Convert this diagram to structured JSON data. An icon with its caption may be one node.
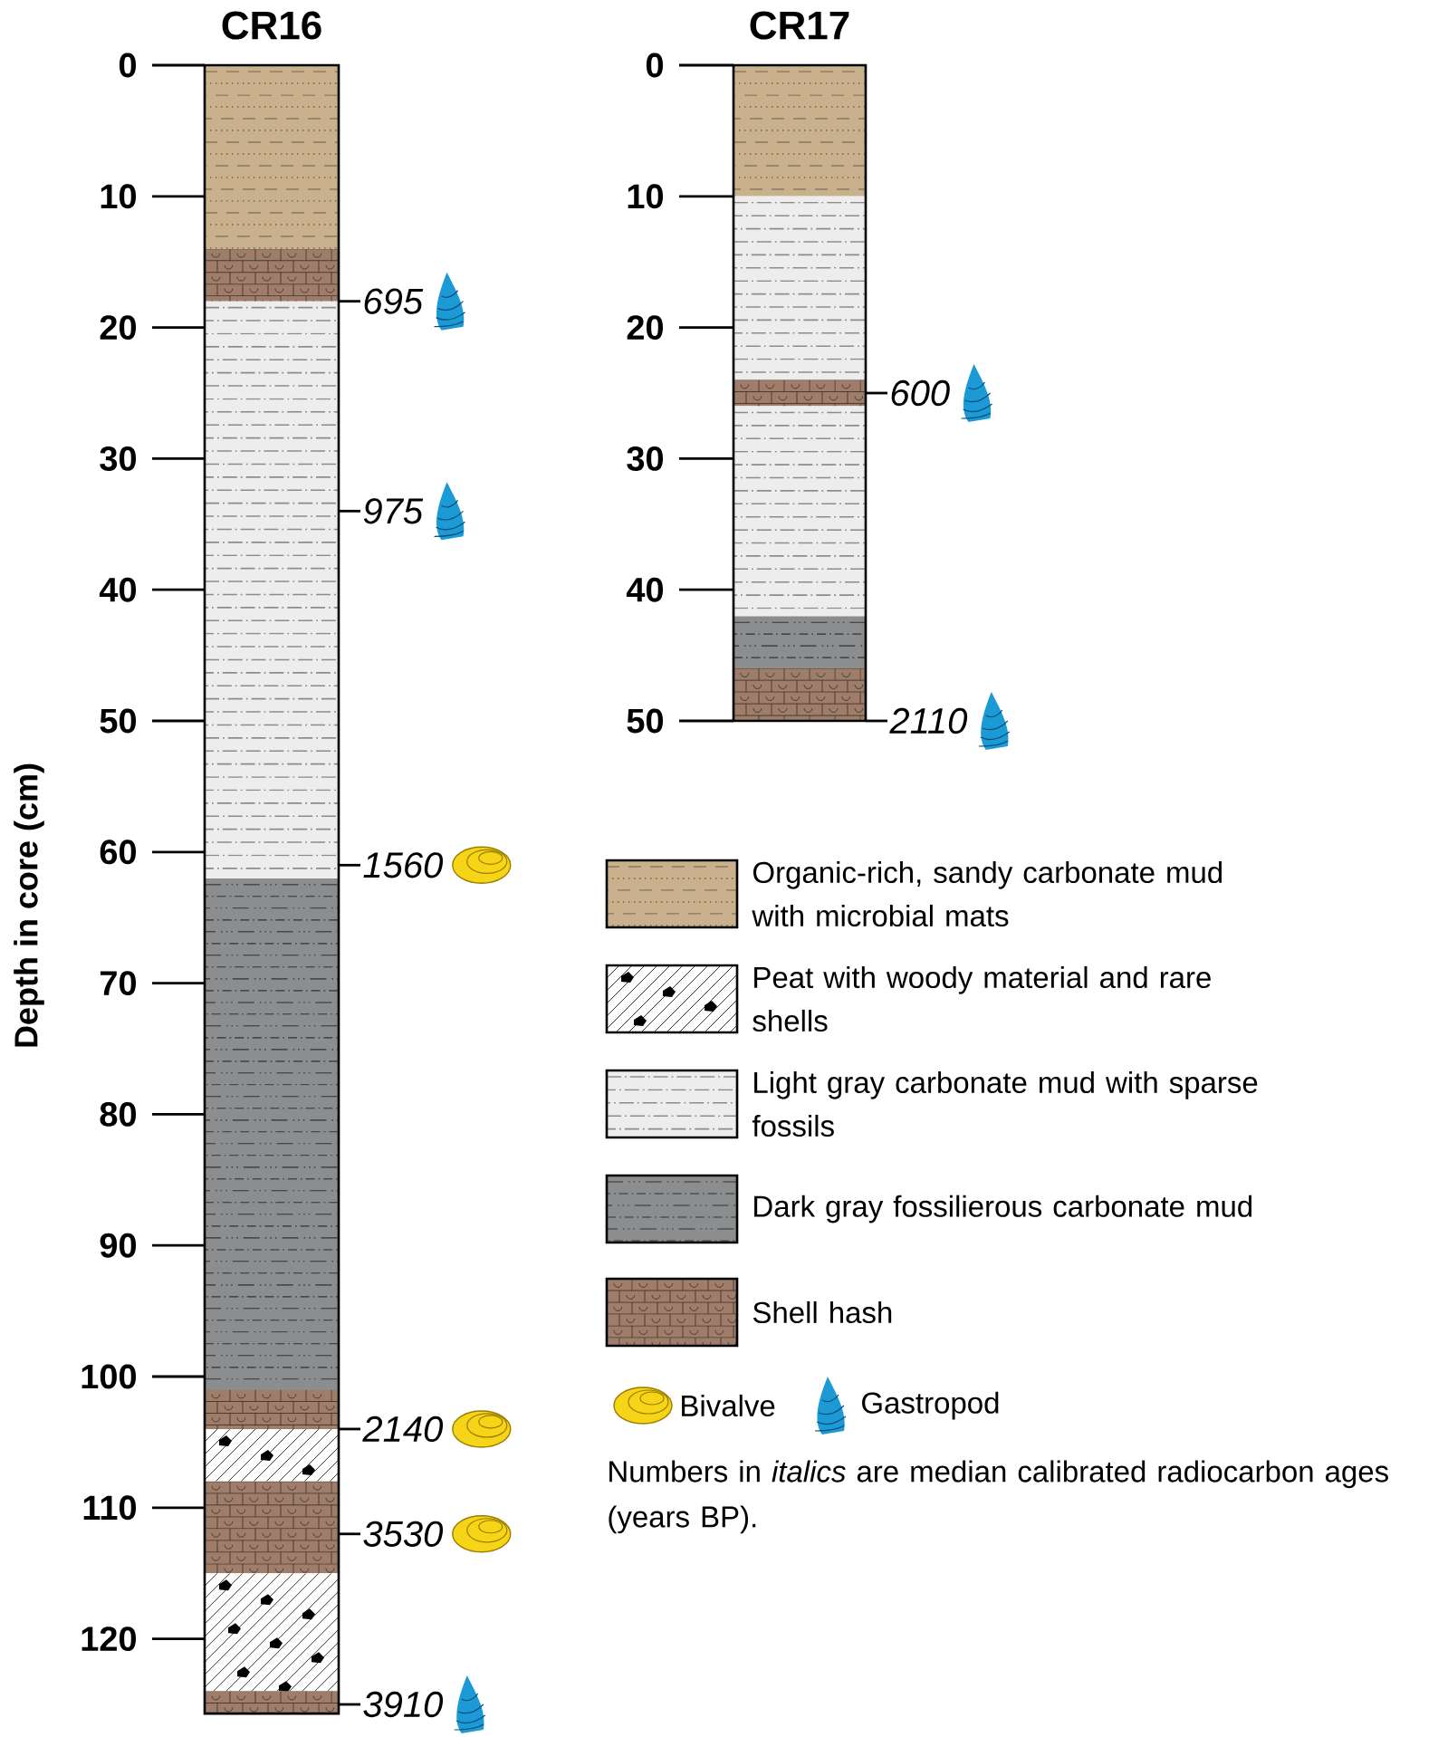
{
  "diagram": {
    "nodes": [
      {
        "text": [
          "695"
        ]
      },
      {
        "text": [
          "975"
        ]
      },
      {
        "text": [
          "1560"
        ]
      },
      {
        "text": [
          "2140"
        ]
      },
      {
        "text": [
          "3530"
        ]
      },
      {
        "text": [
          "3910"
        ]
      },
      {
        "text": [
          "600"
        ]
      },
      {
        "text": [
          "2110"
        ]
      },
      {
        "text": [
          "CR16"
        ]
      },
      {
        "text": [
          "CR17"
        ]
      }
    ],
    "edges": [
      {
        "from": 0,
        "to": 8,
        "arrow": "none"
      },
      {
        "from": 1,
        "to": 8,
        "arrow": "none"
      },
      {
        "from": 2,
        "to": 8,
        "arrow": "none"
      },
      {
        "from": 3,
        "to": 8,
        "arrow": "none"
      },
      {
        "from": 4,
        "to": 8,
        "arrow": "none"
      },
      {
        "from": 5,
        "to": 8,
        "arrow": "none"
      },
      {
        "from": 6,
        "to": 9,
        "arrow": "none"
      },
      {
        "from": 7,
        "to": 9,
        "arrow": "none"
      }
    ],
    "labels": [
      "Depth in core (cm)",
      "0",
      "10",
      "20",
      "30",
      "40",
      "50",
      "60",
      "70",
      "80",
      "90",
      "100",
      "110",
      "120",
      "0",
      "10",
      "20",
      "30",
      "40",
      "50",
      "Numbers in *italics* are median calibrated radiocarbon ages (years BP)."
    ],
    "legend": [
      {
        "text": "Organic-rich, sandy carbonate mud with microbial mats"
      },
      {
        "text": "Peat with woody material and rare shells"
      },
      {
        "text": "Light gray carbonate mud with sparse fossils"
      },
      {
        "text": "Dark gray fossilierous carbonate mud"
      },
      {
        "text": "Shell hash"
      },
      {
        "text": "Bivalve"
      },
      {
        "text": "Gastropod"
      }
    ]
  }
}
